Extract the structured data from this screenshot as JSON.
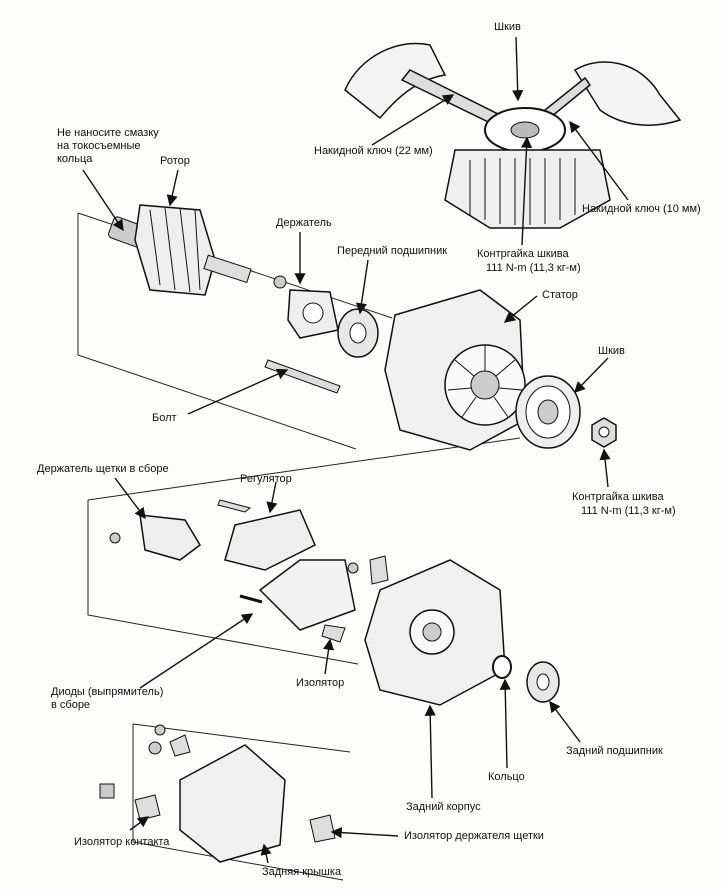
{
  "labels": {
    "pulley_top": "Шкив",
    "no_grease": "Не наносите смазку\nна токосъемные\nкольца",
    "rotor": "Ротор",
    "ring_wrench_22": "Накидной ключ (22 мм)",
    "ring_wrench_10": "Накидной ключ (10 мм)",
    "holder": "Держатель",
    "pulley_nut_top_1": "Контргайка шкива",
    "pulley_nut_top_2": "111 N-m (11,3 кг-м)",
    "front_bearing": "Передний подшипник",
    "stator": "Статор",
    "pulley": "Шкив",
    "bolt": "Болт",
    "pulley_nut_1": "Контргайка шкива",
    "pulley_nut_2": "111 N-m (11,3 кг-м)",
    "brush_holder": "Держатель щетки в сборе",
    "regulator": "Регулятор",
    "insulator": "Изолятор",
    "diodes": "Диоды (выпрямитель)\nв сборе",
    "rear_bearing": "Задний подшипник",
    "ring": "Кольцо",
    "rear_housing": "Задний корпус",
    "brush_holder_insulator": "Изолятор держателя щетки",
    "contact_insulator": "Изолятор контакта",
    "rear_cover": "Задняя крышка"
  }
}
